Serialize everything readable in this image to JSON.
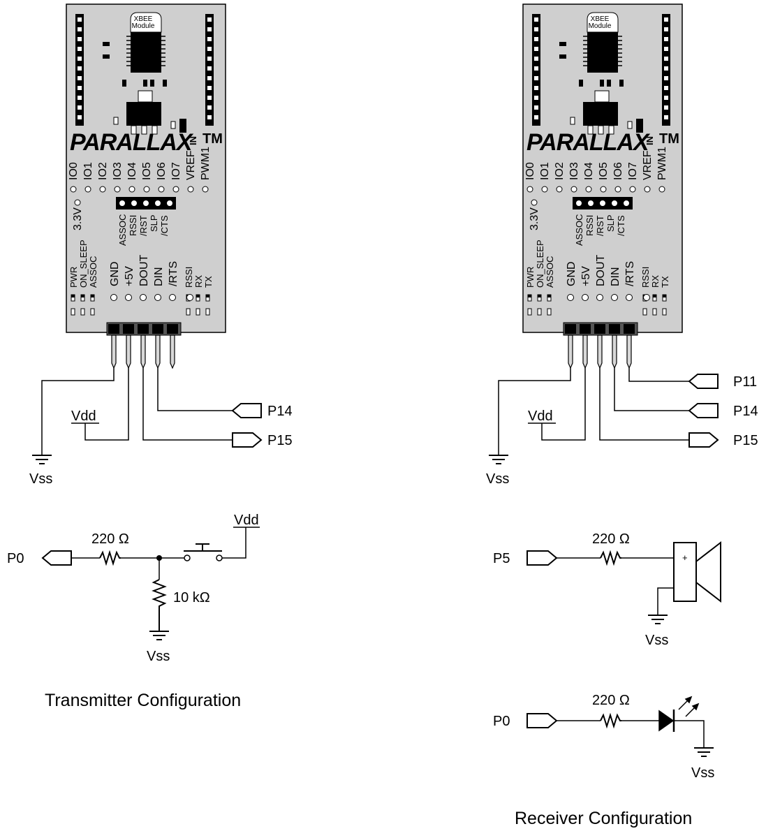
{
  "module": {
    "chip_label": [
      "XBEE",
      "Module"
    ],
    "brand": "PARALLAX",
    "trademark": "TM",
    "top_pins": [
      "IO0",
      "IO1",
      "IO2",
      "IO3",
      "IO4",
      "IO5",
      "IO6",
      "IO7",
      "VREF",
      "PWM1"
    ],
    "ni_label": "NI",
    "v33_label": "3.3V",
    "mid_pins": [
      "ASSOC",
      "RSSI",
      "/RST",
      "SLP",
      "/CTS"
    ],
    "led_left": [
      "PWR",
      "ON_SLEEP",
      "ASSOC"
    ],
    "header_pins": [
      "GND",
      "+5V",
      "DOUT",
      "DIN",
      "/RTS"
    ],
    "led_right": [
      "RSSI",
      "RX",
      "TX"
    ]
  },
  "transmitter": {
    "vdd": "Vdd",
    "vss": "Vss",
    "p14": "P14",
    "p15": "P15",
    "p0": "P0",
    "r1": "220 Ω",
    "r2": "10 kΩ",
    "vdd2": "Vdd",
    "vss2": "Vss",
    "caption": "Transmitter Configuration"
  },
  "receiver": {
    "vdd": "Vdd",
    "vss": "Vss",
    "p11": "P11",
    "p14": "P14",
    "p15": "P15",
    "p5": "P5",
    "r1": "220 Ω",
    "plus": "+",
    "vss2": "Vss",
    "p0": "P0",
    "r2": "220 Ω",
    "vss3": "Vss",
    "caption": "Receiver Configuration"
  }
}
